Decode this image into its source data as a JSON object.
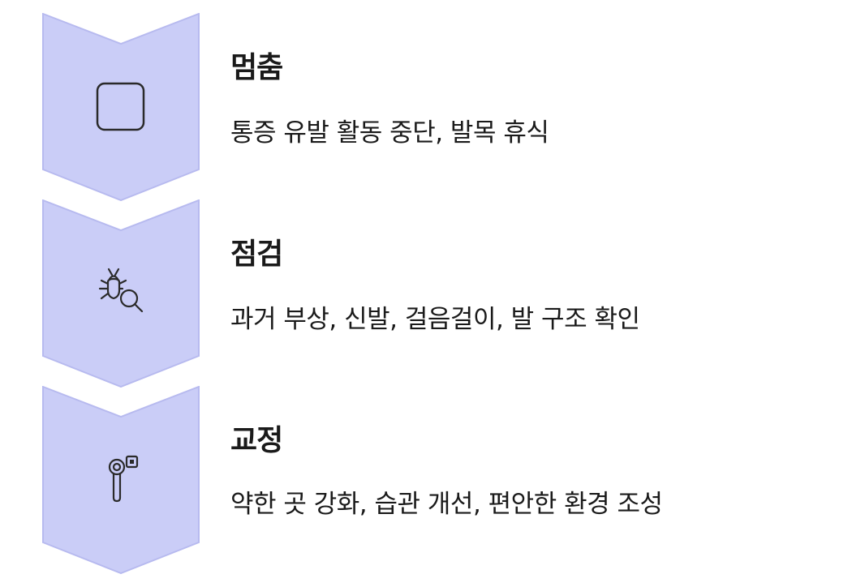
{
  "colors": {
    "chevron_fill": "#CACDF7",
    "chevron_stroke": "#B7BAEF",
    "icon_stroke": "#2a2a2a"
  },
  "steps": [
    {
      "title": "멈춤",
      "description": "통증 유발 활동 중단, 발목 휴식",
      "icon": "stop-square-icon"
    },
    {
      "title": "점검",
      "description": "과거 부상, 신발, 걸음걸이, 발 구조 확인",
      "icon": "bug-search-icon"
    },
    {
      "title": "교정",
      "description": "약한 곳 강화, 습관 개선, 편안한 환경 조성",
      "icon": "key-chip-icon"
    }
  ]
}
